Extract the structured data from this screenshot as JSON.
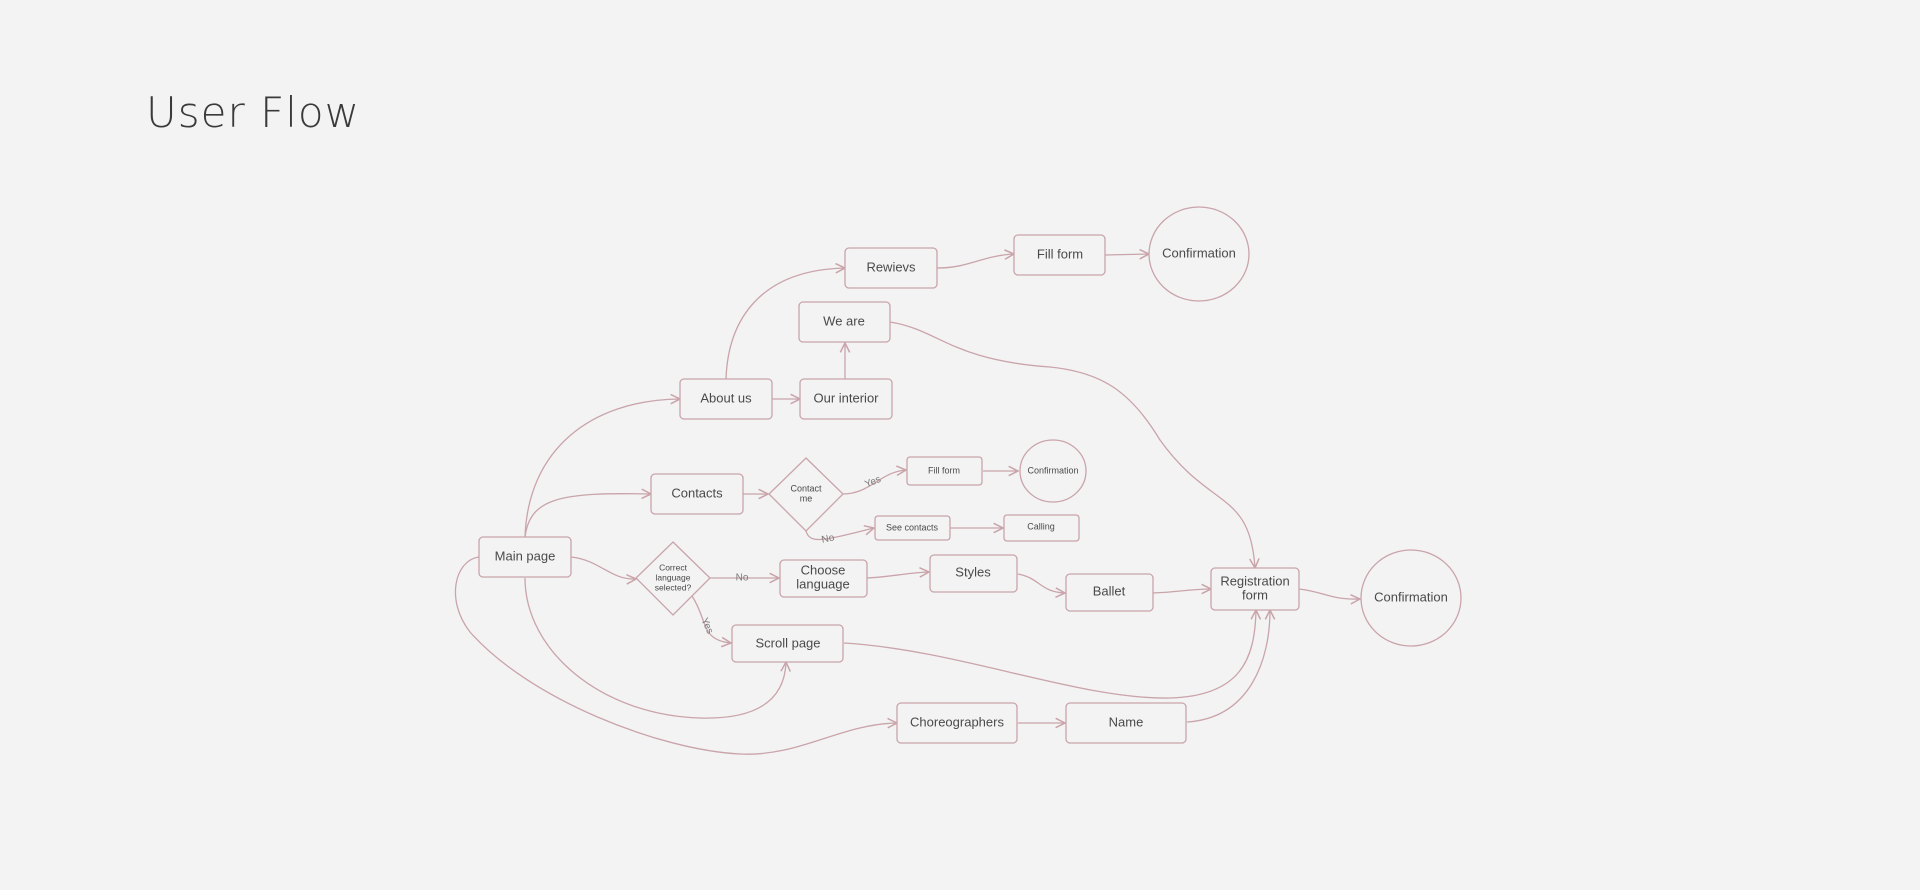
{
  "page": {
    "title": "User Flow"
  },
  "colors": {
    "background": "#f3f3f3",
    "stroke": "#c9a4aa",
    "text": "#4a4a4a",
    "title": "#3a3a3a"
  },
  "nodes": {
    "main_page": "Main page",
    "about_us": "About us",
    "our_interior": "Our interior",
    "we_are": "We are",
    "reviews": "Rewievs",
    "fill_form_top": "Fill form",
    "confirmation_top": "Confirmation",
    "contacts": "Contacts",
    "contact_me": [
      "Contact",
      "me"
    ],
    "fill_form_small": "Fill form",
    "confirmation_small": "Confirmation",
    "see_contacts": "See contacts",
    "calling": "Calling",
    "correct_language": [
      "Correct",
      "language",
      "selected?"
    ],
    "choose_language": [
      "Choose",
      "language"
    ],
    "styles": "Styles",
    "ballet": "Ballet",
    "registration_form": [
      "Registration",
      "form"
    ],
    "confirmation_right": "Confirmation",
    "scroll_page": "Scroll page",
    "choreographers": "Choreographers",
    "name": "Name"
  },
  "edge_labels": {
    "yes_contact": "Yes",
    "no_contact": "No",
    "no_language": "No",
    "yes_language": "Yes"
  }
}
